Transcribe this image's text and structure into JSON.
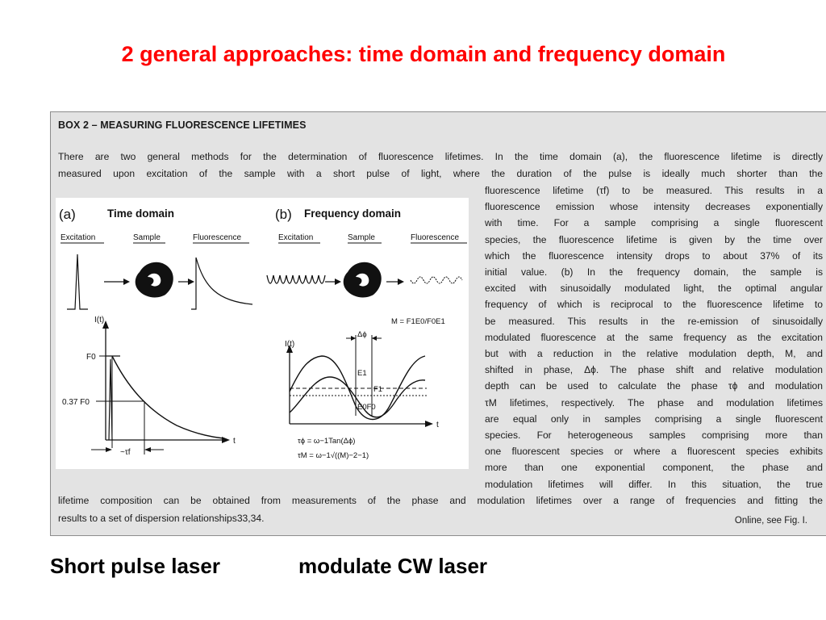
{
  "slide": {
    "title": "2 general approaches: time domain and frequency domain",
    "caption_left": "Short pulse laser",
    "caption_right": "modulate CW laser"
  },
  "box": {
    "heading": "BOX 2 – MEASURING FLUORESCENCE LIFETIMES",
    "full_lines": [
      "There are two general methods for the determination of fluorescence lifetimes. In the time domain (a), the fluorescence lifetime is directly",
      "measured upon excitation of the sample with a short pulse of light, where the duration of the pulse is ideally much shorter than the"
    ],
    "side_lines": [
      "fluorescence lifetime (τf) to be measured. This results in a",
      "fluorescence emission whose intensity decreases exponentially",
      "with time. For a sample comprising a single fluorescent",
      "species, the fluorescence lifetime is given by the time over",
      "which the fluorescence intensity drops to about 37% of its",
      "initial value. (b) In the frequency domain, the sample is",
      "excited with sinusoidally modulated light, the optimal angular",
      "frequency of which is reciprocal to the fluorescence lifetime to",
      "be measured. This results in the re-emission of sinusoidally",
      "modulated fluorescence at the same frequency as the excitation",
      "but with a reduction in the relative modulation depth, M, and",
      "shifted in phase, Δϕ. The phase shift and relative modulation",
      "depth can be used to calculate the phase τϕ and modulation",
      "τM lifetimes, respectively. The phase and modulation lifetimes",
      "are equal only in samples comprising a single fluorescent",
      "species. For heterogeneous samples comprising more than",
      "one fluorescent species or where a fluorescent species exhibits",
      "more than one exponential component, the phase and",
      "modulation lifetimes will differ. In this situation, the true"
    ],
    "bottom_lines": [
      "lifetime composition can be obtained from measurements of the phase and modulation lifetimes over a range of frequencies and fitting the",
      "results to a set of dispersion relationships33,34."
    ],
    "online_note": "Online, see Fig. I."
  },
  "figure": {
    "panel_a": {
      "label": "(a)",
      "title": "Time domain",
      "col_labels": [
        "Excitation",
        "Sample",
        "Fluorescence"
      ],
      "y_axis": "I(t)",
      "x_axis": "t",
      "f0_label": "F0",
      "f037_label": "0.37 F0",
      "tau_label": "~τf"
    },
    "panel_b": {
      "label": "(b)",
      "title": "Frequency domain",
      "col_labels": [
        "Excitation",
        "Sample",
        "Fluorescence"
      ],
      "y_axis": "I(t)",
      "x_axis": "t",
      "m_formula": "M = F1E0/F0E1",
      "delta_phi": "Δϕ",
      "e1": "E1",
      "e0f0": "E0F0",
      "f1": "F1",
      "tau_phi_formula": "τϕ = ω−1Tan(Δϕ)",
      "tau_m_formula": "τM = ω−1√((M)−2−1)"
    }
  }
}
